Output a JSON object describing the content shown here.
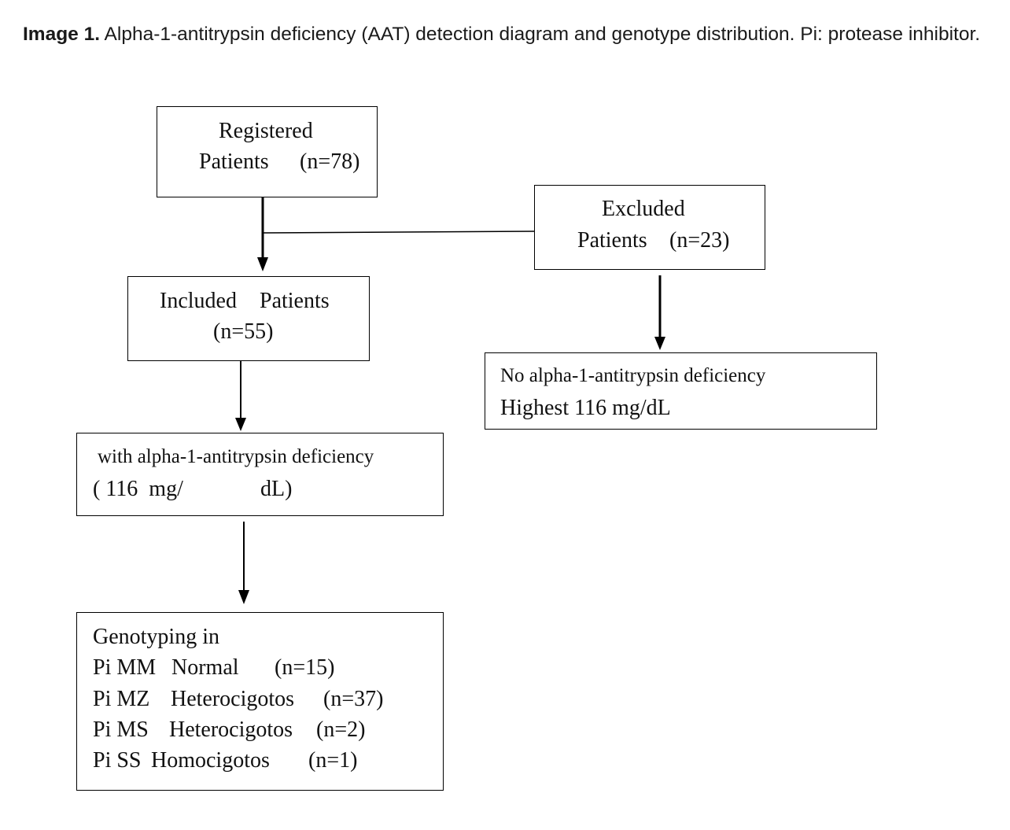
{
  "caption": {
    "label": "Image 1.",
    "text": "Alpha-1-antitrypsin deficiency (AAT) detection diagram and genotype distribution. Pi: protease inhibitor."
  },
  "boxes": {
    "registered": {
      "line1": "Registered",
      "line2": "Patients",
      "count": "(n=78)"
    },
    "excluded": {
      "line1": "Excluded",
      "line2": "Patients",
      "count": "(n=23)"
    },
    "included": {
      "line1": "Included",
      "line1b": "Patients",
      "count": "(n=55)"
    },
    "no_deficiency": {
      "line1": "No alpha-1-antitrypsin deficiency",
      "line2": "Highest 116 mg/dL"
    },
    "with_deficiency": {
      "line1": "with alpha-1-antitrypsin deficiency",
      "line2a": "( 116  mg/",
      "line2b": "dL)"
    },
    "genotyping": {
      "title": "Genotyping in",
      "rows": [
        {
          "type": "Pi MM",
          "desc": "Normal",
          "count": "(n=15)"
        },
        {
          "type": "Pi MZ",
          "desc": "Heterocigotos",
          "count": "(n=37)"
        },
        {
          "type": "Pi MS",
          "desc": "Heterocigotos",
          "count": "(n=2)"
        },
        {
          "type": "Pi SS",
          "desc": "Homocigotos",
          "count": "(n=1)"
        }
      ]
    }
  }
}
